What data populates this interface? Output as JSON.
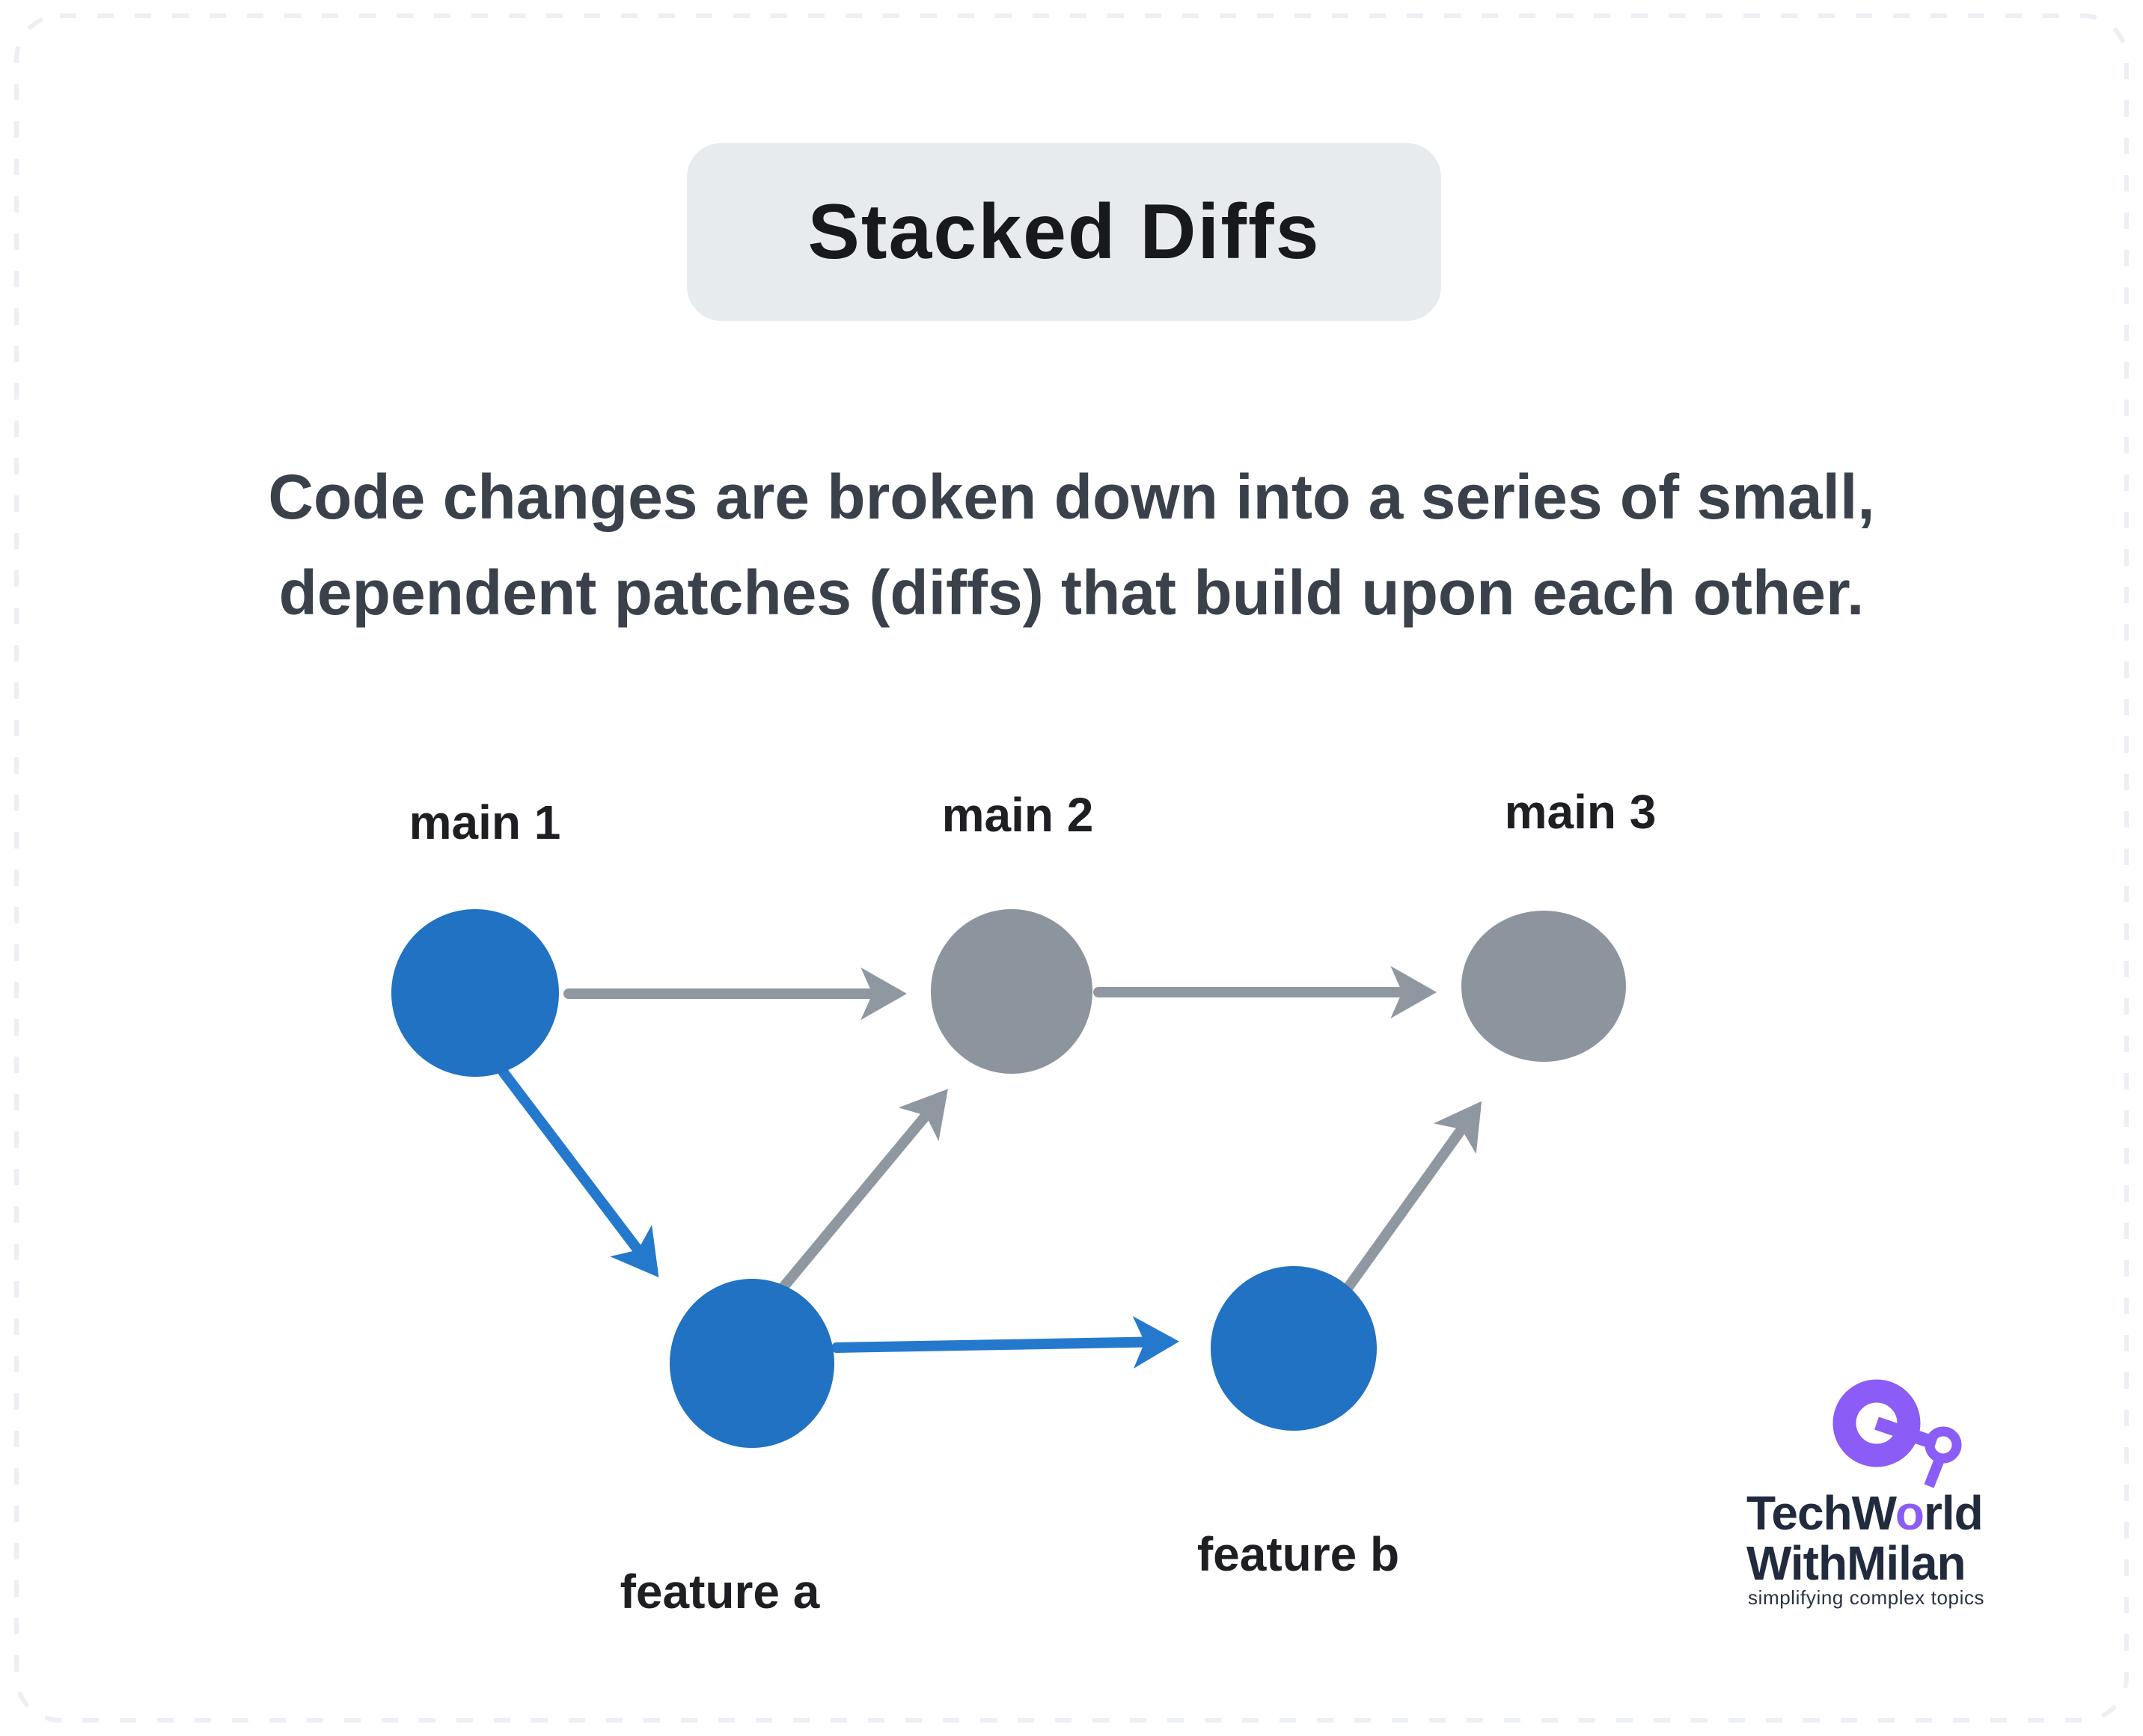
{
  "title": {
    "text": "Stacked Diffs"
  },
  "description": {
    "line1": "Code changes are broken down into a series of small,",
    "line2": "dependent patches (diffs) that build upon each other."
  },
  "diagram": {
    "nodes": [
      {
        "id": "main-1",
        "label": "main 1",
        "branch": "main",
        "color": "#2172C2"
      },
      {
        "id": "main-2",
        "label": "main 2",
        "branch": "main",
        "color": "#8C959D"
      },
      {
        "id": "main-3",
        "label": "main 3",
        "branch": "main",
        "color": "#8C959D"
      },
      {
        "id": "feature-a",
        "label": "feature a",
        "branch": "feature",
        "color": "#2172C2"
      },
      {
        "id": "feature-b",
        "label": "feature b",
        "branch": "feature",
        "color": "#2172C2"
      }
    ],
    "edges": [
      {
        "from": "main-1",
        "to": "main-2",
        "color": "#8F98A0"
      },
      {
        "from": "main-2",
        "to": "main-3",
        "color": "#8F98A0"
      },
      {
        "from": "main-1",
        "to": "feature-a",
        "color": "#2479CC"
      },
      {
        "from": "feature-a",
        "to": "main-2",
        "color": "#8F98A0"
      },
      {
        "from": "feature-a",
        "to": "feature-b",
        "color": "#2479CC"
      },
      {
        "from": "feature-b",
        "to": "main-3",
        "color": "#8F98A0"
      }
    ]
  },
  "logo": {
    "name_line1_pre": "TechW",
    "name_line1_o": "o",
    "name_line1_post": "rld",
    "name_line2": "WithMilan",
    "tagline": "simplifying complex topics",
    "brand_purple": "#8B5CF6",
    "brand_navy": "#222B3D"
  },
  "colors": {
    "node_blue": "#2172C2",
    "node_gray": "#8C959D",
    "edge_blue": "#2479CC",
    "edge_gray": "#8F98A0",
    "title_box_bg": "#E8EBEE",
    "dashed_border": "#ECEFF3",
    "text_dark": "#17191C",
    "text_body": "#3A414B"
  }
}
